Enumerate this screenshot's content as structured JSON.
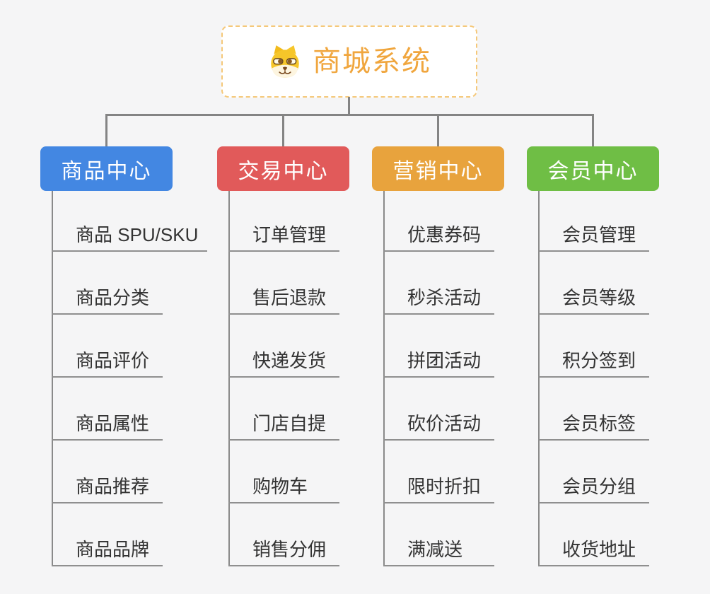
{
  "root": {
    "title": "商城系统",
    "icon": "dog-face-icon"
  },
  "branches": [
    {
      "label": "商品中心",
      "color": "#4387e2",
      "children": [
        "商品 SPU/SKU",
        "商品分类",
        "商品评价",
        "商品属性",
        "商品推荐",
        "商品品牌"
      ]
    },
    {
      "label": "交易中心",
      "color": "#e15a5a",
      "children": [
        "订单管理",
        "售后退款",
        "快递发货",
        "门店自提",
        "购物车",
        "销售分佣"
      ]
    },
    {
      "label": "营销中心",
      "color": "#e8a33d",
      "children": [
        "优惠券码",
        "秒杀活动",
        "拼团活动",
        "砍价活动",
        "限时折扣",
        "满减送"
      ]
    },
    {
      "label": "会员中心",
      "color": "#6fbe45",
      "children": [
        "会员管理",
        "会员等级",
        "积分签到",
        "会员标签",
        "会员分组",
        "收货地址"
      ]
    }
  ],
  "colors": {
    "background": "#f5f5f6",
    "connector": "#848484",
    "underline": "#8f8f8f",
    "root_border": "#f5c879",
    "root_text": "#f0a63e",
    "leaf_text": "#333333"
  }
}
